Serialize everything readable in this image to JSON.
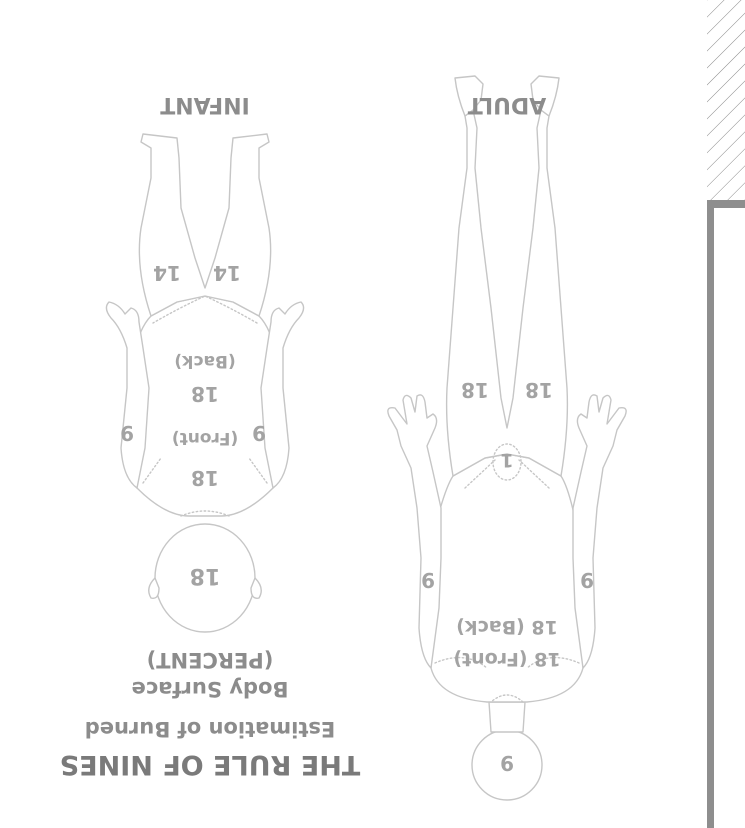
{
  "title": "THE RULE OF NINES",
  "subtitle": "Estimation of Burned",
  "subtitle_line2": "Body Surface",
  "subtitle_line3": "(PERCENT)",
  "adult": {
    "heading": "ADULT",
    "head": "9",
    "trunk_front": "18 (Front)",
    "trunk_back": "18 (Back)",
    "arm_left": "9",
    "arm_right": "9",
    "genitals": "1",
    "leg_left": "18",
    "leg_right": "18"
  },
  "infant": {
    "heading": "INFANT",
    "head": "18",
    "trunk_front_value": "18",
    "trunk_front_label": "(Front)",
    "trunk_back_value": "18",
    "trunk_back_label": "(Back)",
    "arm_left": "9",
    "arm_right": "9",
    "leg_left": "14",
    "leg_right": "14"
  },
  "colors": {
    "figure_outline": "#c6c6c6",
    "label_text": "#a3a3a3",
    "title_text": "#7a7a7a",
    "side_panel": "#888888"
  }
}
